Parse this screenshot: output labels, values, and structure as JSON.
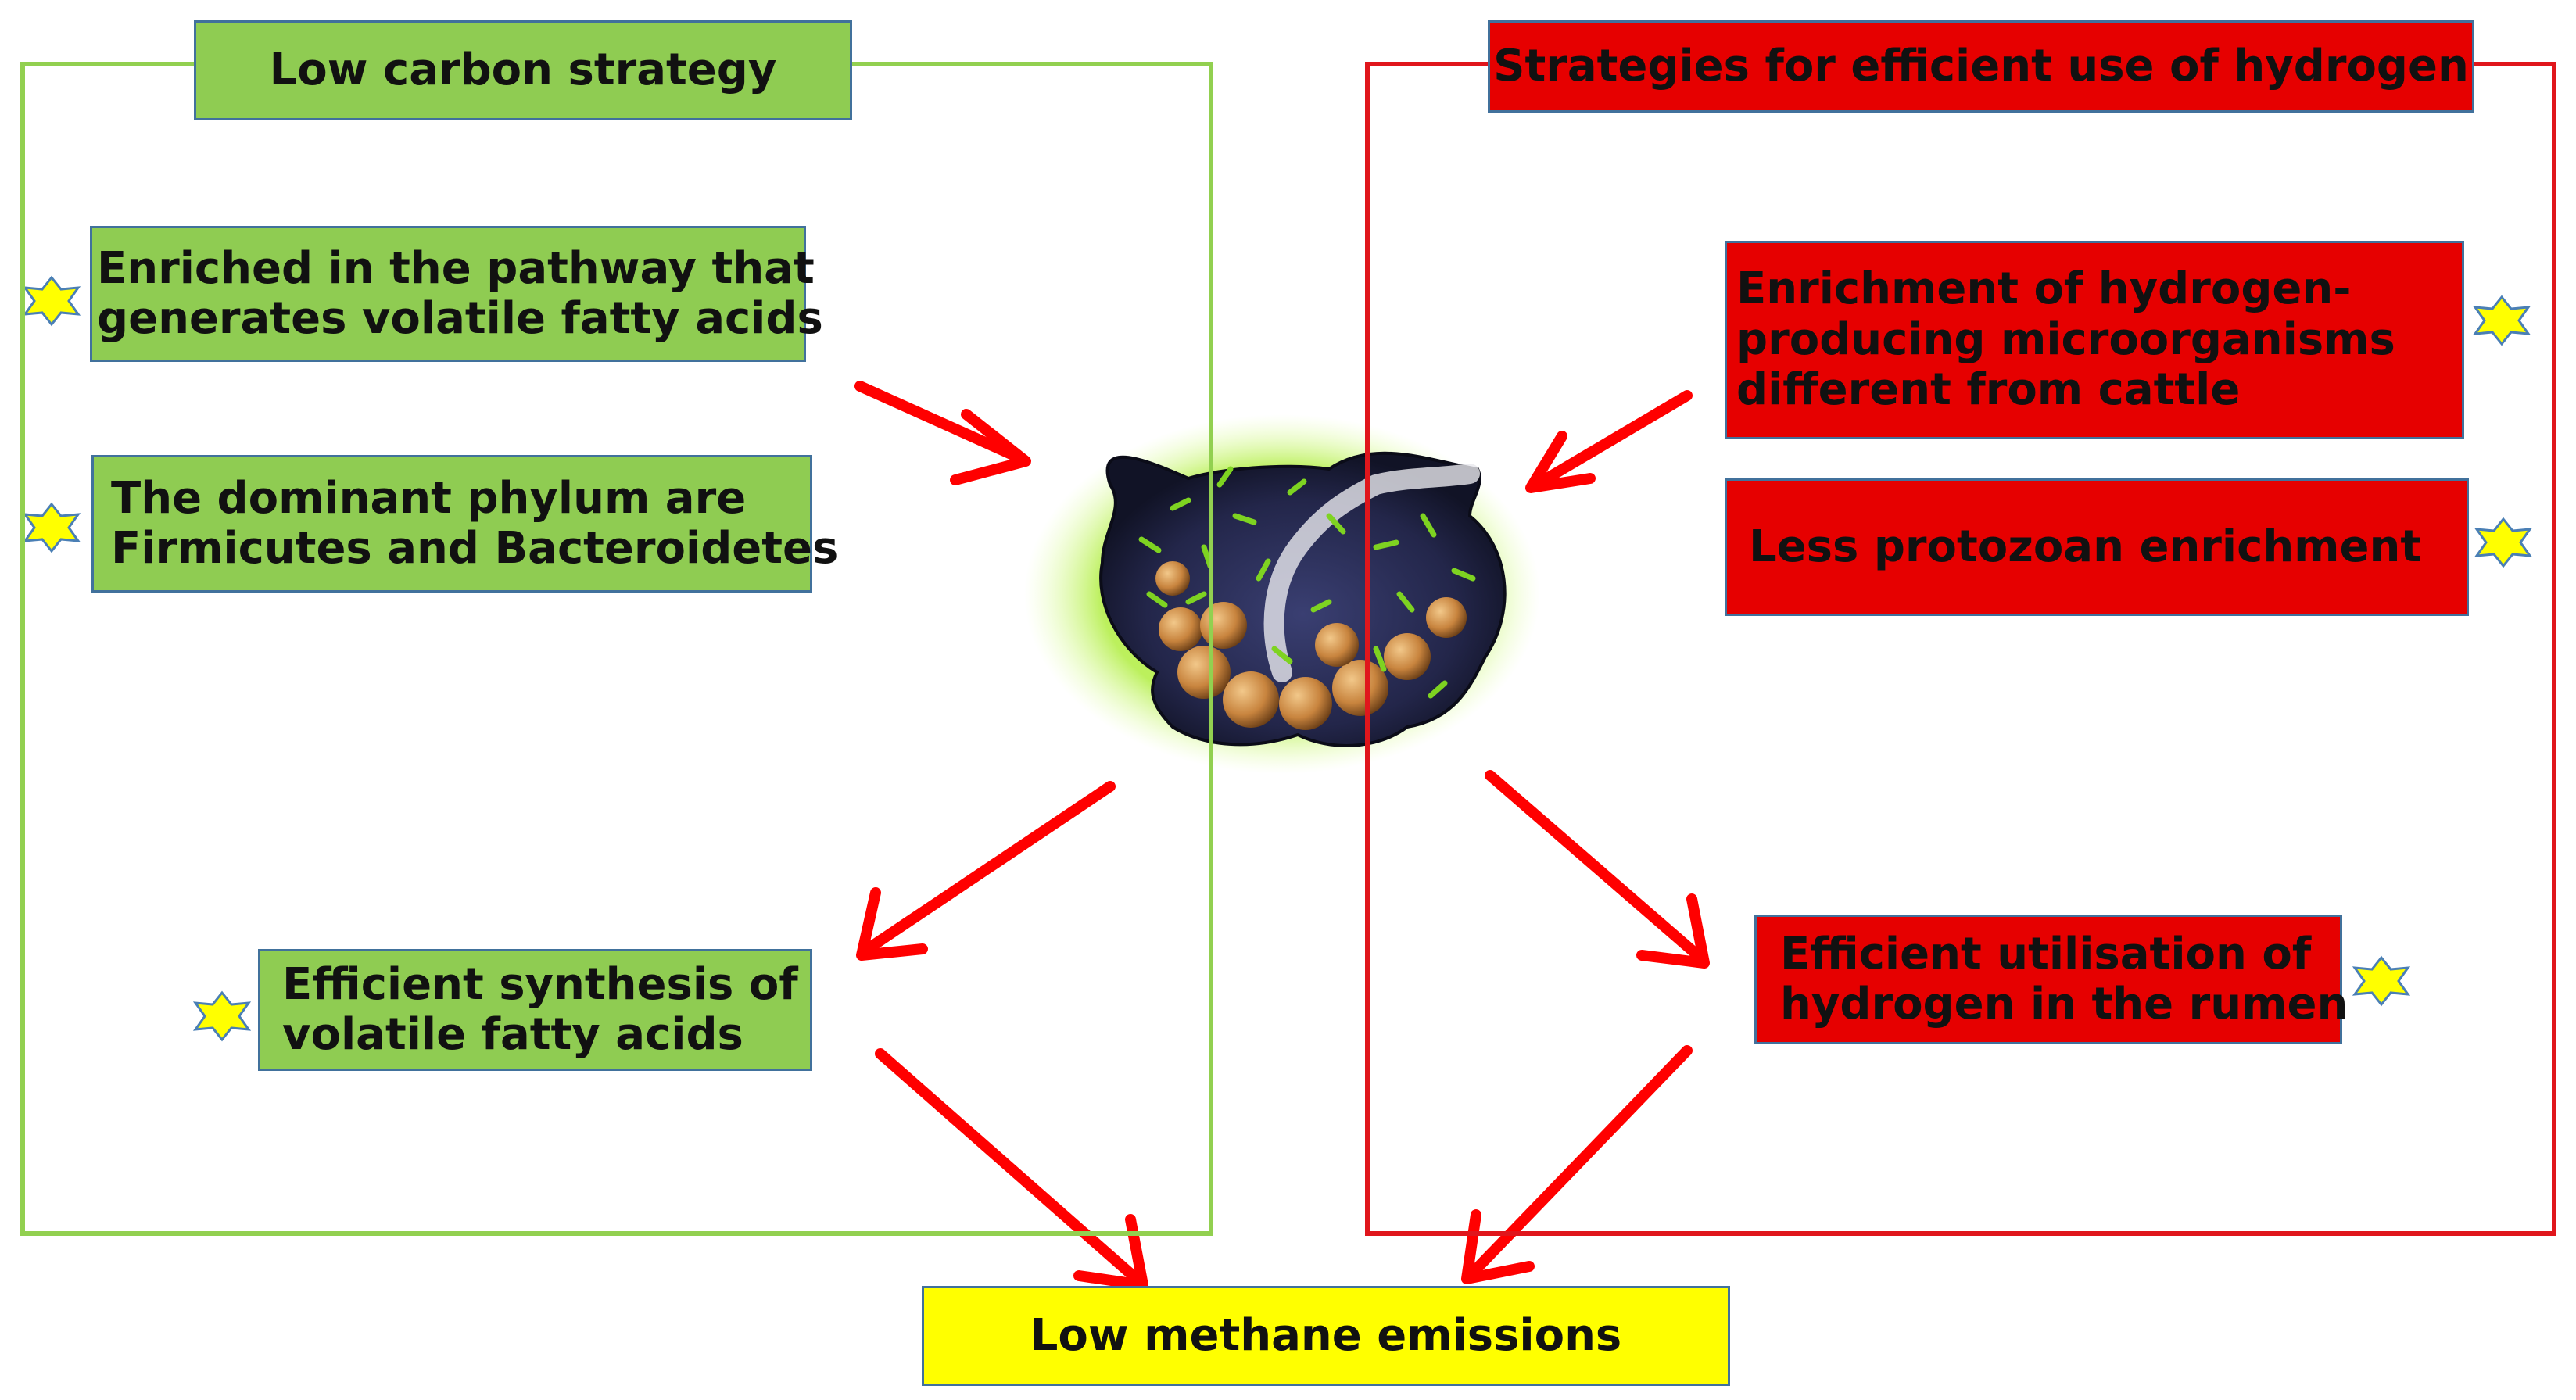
{
  "diagram": {
    "low_carbon_strategy": {
      "title": "Low carbon strategy",
      "pathway": [
        "Enriched in the pathway that",
        "generates volatile fatty acids"
      ],
      "phylum": [
        "The dominant phylum are",
        "Firmicutes and Bacteroidetes"
      ],
      "synthesis": [
        "Efficient synthesis of",
        "volatile fatty acids"
      ]
    },
    "hydrogen_strategy": {
      "title": "Strategies for efficient use of hydrogen",
      "enrichment": [
        "Enrichment of hydrogen-",
        "producing microorganisms",
        "different from cattle"
      ],
      "protozoan": "Less protozoan enrichment",
      "utilisation": [
        "Efficient utilisation of",
        "hydrogen in the rumen"
      ]
    },
    "outcome": "Low methane emissions",
    "center_image": "rumen-microbiome-illustration"
  },
  "colors": {
    "green": "#8fcc52",
    "green_frame": "#92d050",
    "red": "#e60000",
    "red_frame": "#e0161c",
    "yellow": "#ffff00",
    "arrow": "#ff0000",
    "star_fill": "#ffff00",
    "star_stroke": "#4a7fb5",
    "box_border": "#41719c"
  }
}
